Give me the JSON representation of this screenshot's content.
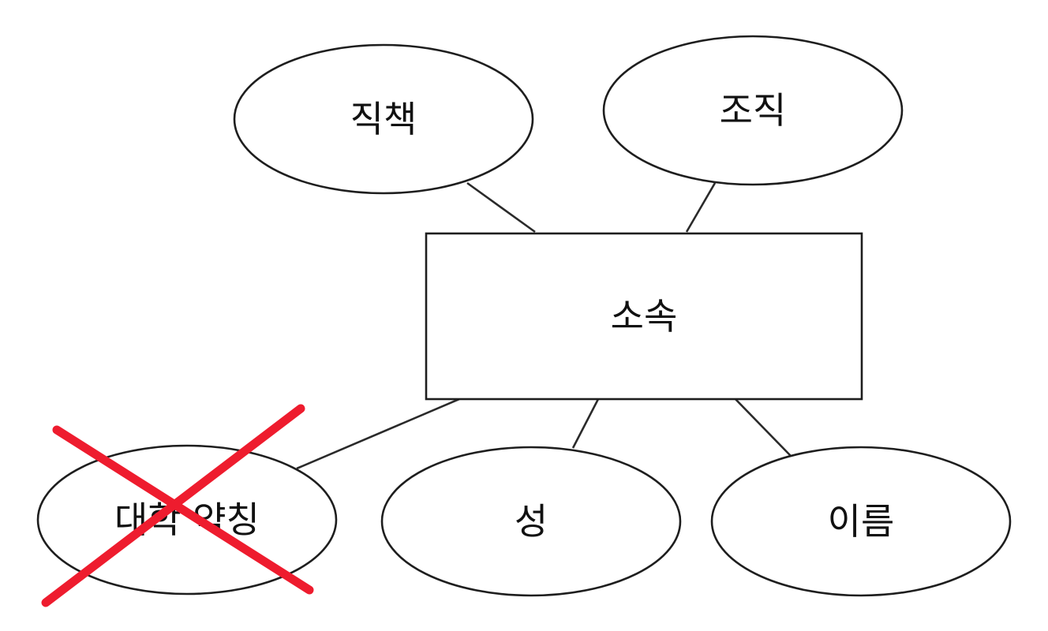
{
  "diagram": {
    "entity": {
      "label": "소속"
    },
    "attributes": [
      {
        "id": "jikchaek",
        "label": "직책"
      },
      {
        "id": "jojik",
        "label": "조직"
      },
      {
        "id": "university-abbr",
        "label": "대학 약칭",
        "struck_out": true
      },
      {
        "id": "surname",
        "label": "성"
      },
      {
        "id": "given-name",
        "label": "이름"
      }
    ],
    "colors": {
      "strike": "#ee1c2e",
      "outline": "#1e1e1e",
      "background": "#ffffff"
    }
  }
}
